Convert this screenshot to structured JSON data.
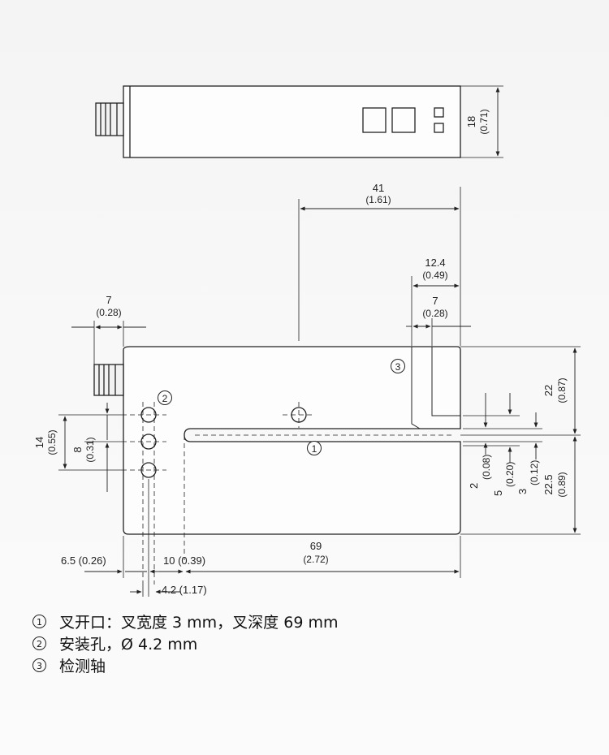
{
  "callouts": {
    "c1": "1",
    "c2": "2",
    "c3": "3"
  },
  "dims": {
    "top_h": "18",
    "top_h_in": "(0.71)",
    "w41": "41",
    "w41_in": "(1.61)",
    "w12_4": "12.4",
    "w12_4_in": "(0.49)",
    "w7r": "7",
    "w7r_in": "(0.28)",
    "w7l": "7",
    "w7l_in": "(0.28)",
    "h22": "22",
    "h22_in": "(0.87)",
    "h14": "14",
    "h14_in": "(0.55)",
    "h8": "8",
    "h8_in": "(0.31)",
    "h2": "2",
    "h2_in": "(0.08)",
    "h5": "5",
    "h5_in": "(0.20)",
    "h3": "3",
    "h3_in": "(0.12)",
    "h22_5": "22.5",
    "h22_5_in": "(0.89)",
    "w69": "69",
    "w69_in": "(2.72)",
    "w6_5": "6.5 (0.26)",
    "w10": "10 (0.39)",
    "w4_2": "4.2 (1.17)"
  },
  "legend": [
    {
      "num": "1",
      "text": "叉开口：叉宽度 3 mm，叉深度 69 mm"
    },
    {
      "num": "2",
      "text": "安装孔，Ø 4.2 mm"
    },
    {
      "num": "3",
      "text": "检测轴"
    }
  ]
}
